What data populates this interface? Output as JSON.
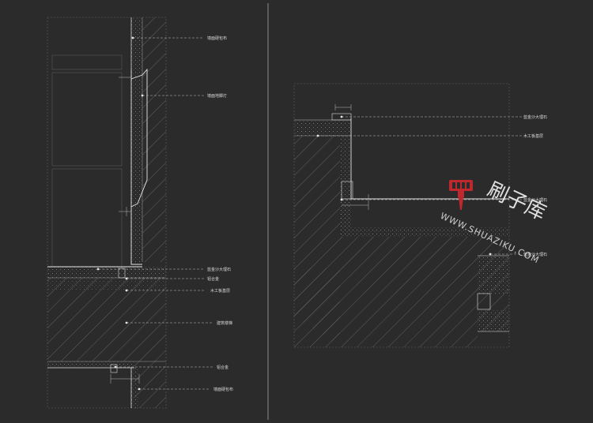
{
  "left_panel": {
    "labels": [
      "墙面硬包布",
      "墙面地脚灯",
      "蓝金沙大理石",
      "铝合金",
      "木工板基层",
      "建筑楼梯",
      "铝合金",
      "墙面硬包布"
    ]
  },
  "right_panel": {
    "labels": [
      "蓝金沙大理石",
      "木工板基层",
      "蓝金沙大理石",
      "蓝金沙大理石"
    ]
  },
  "watermark": {
    "brand": "刷子库",
    "url": "WWW.SHUAZIKU.COM",
    "accent": "#c0282d"
  },
  "colors": {
    "background": "#2b2b2b",
    "line": "#cfcfcf",
    "hatch": "#7a7a7a",
    "text": "#d8d8d8"
  }
}
